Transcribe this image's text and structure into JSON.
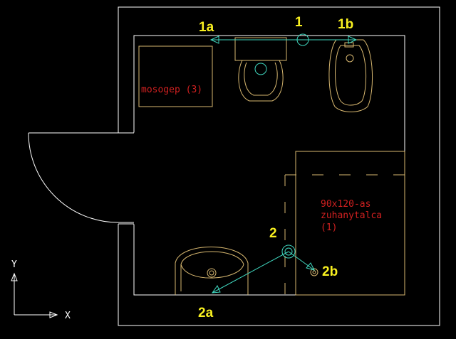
{
  "labels": {
    "washer": "mosogep (3)",
    "shower_line1": "90x120-as",
    "shower_line2": "zuhanytalca",
    "shower_line3": "(1)"
  },
  "callouts": {
    "c1": "1",
    "c1a": "1a",
    "c1b": "1b",
    "c2": "2",
    "c2a": "2a",
    "c2b": "2b"
  },
  "axes": {
    "y_label": "Y",
    "x_label": "X"
  },
  "colors": {
    "background": "#000000",
    "walls": "#ffffff",
    "fixtures": "#d8b870",
    "pipes": "#40d8c0",
    "callouts": "#f8f020",
    "text": "#d02020"
  }
}
